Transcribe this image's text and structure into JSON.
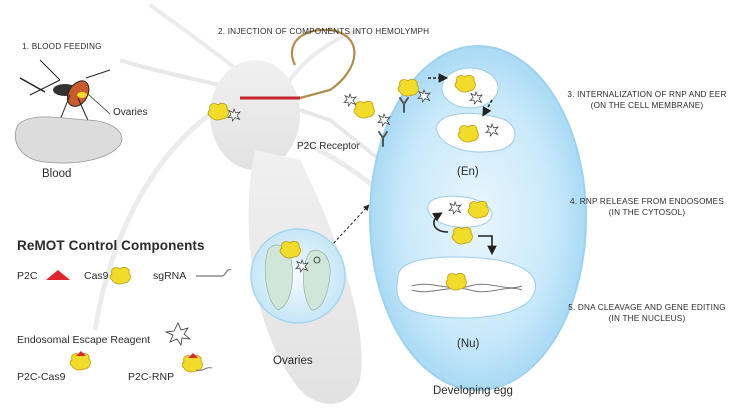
{
  "steps": {
    "s1": "1.  BLOOD FEEDING",
    "s2": "2. INJECTION OF COMPONENTS INTO HEMOLYMPH",
    "s3_line1": "3.  INTERNALIZATION OF RNP AND EER",
    "s3_line2": "(ON THE CELL MEMBRANE)",
    "s4_line1": "4.  RNP RELEASE FROM ENDOSOMES",
    "s4_line2": "(IN THE CYTOSOL)",
    "s5_line1": "5.  DNA CLEAVAGE AND GENE EDITING",
    "s5_line2": "(IN THE NUCLEUS)"
  },
  "labels": {
    "ovaries_mosquito": "Ovaries",
    "blood": "Blood",
    "p2c_receptor": "P2C Receptor",
    "endosome": "(En)",
    "nucleus": "(Nu)",
    "ovaries_zoom": "Ovaries",
    "developing_egg": "Developing egg"
  },
  "legend": {
    "title": "ReMOT Control Components",
    "p2c": "P2C",
    "cas9": "Cas9",
    "sgrna": "sgRNA",
    "eer": "Endosomal Escape Reagent",
    "p2c_cas9": "P2C-Cas9",
    "p2c_rnp": "P2C-RNP"
  },
  "colors": {
    "cas9_yellow": "#f2dc2a",
    "p2c_red": "#e0242c",
    "egg_blue": "#bfe3f7",
    "mosquito_gray": "#e6e6e6"
  }
}
